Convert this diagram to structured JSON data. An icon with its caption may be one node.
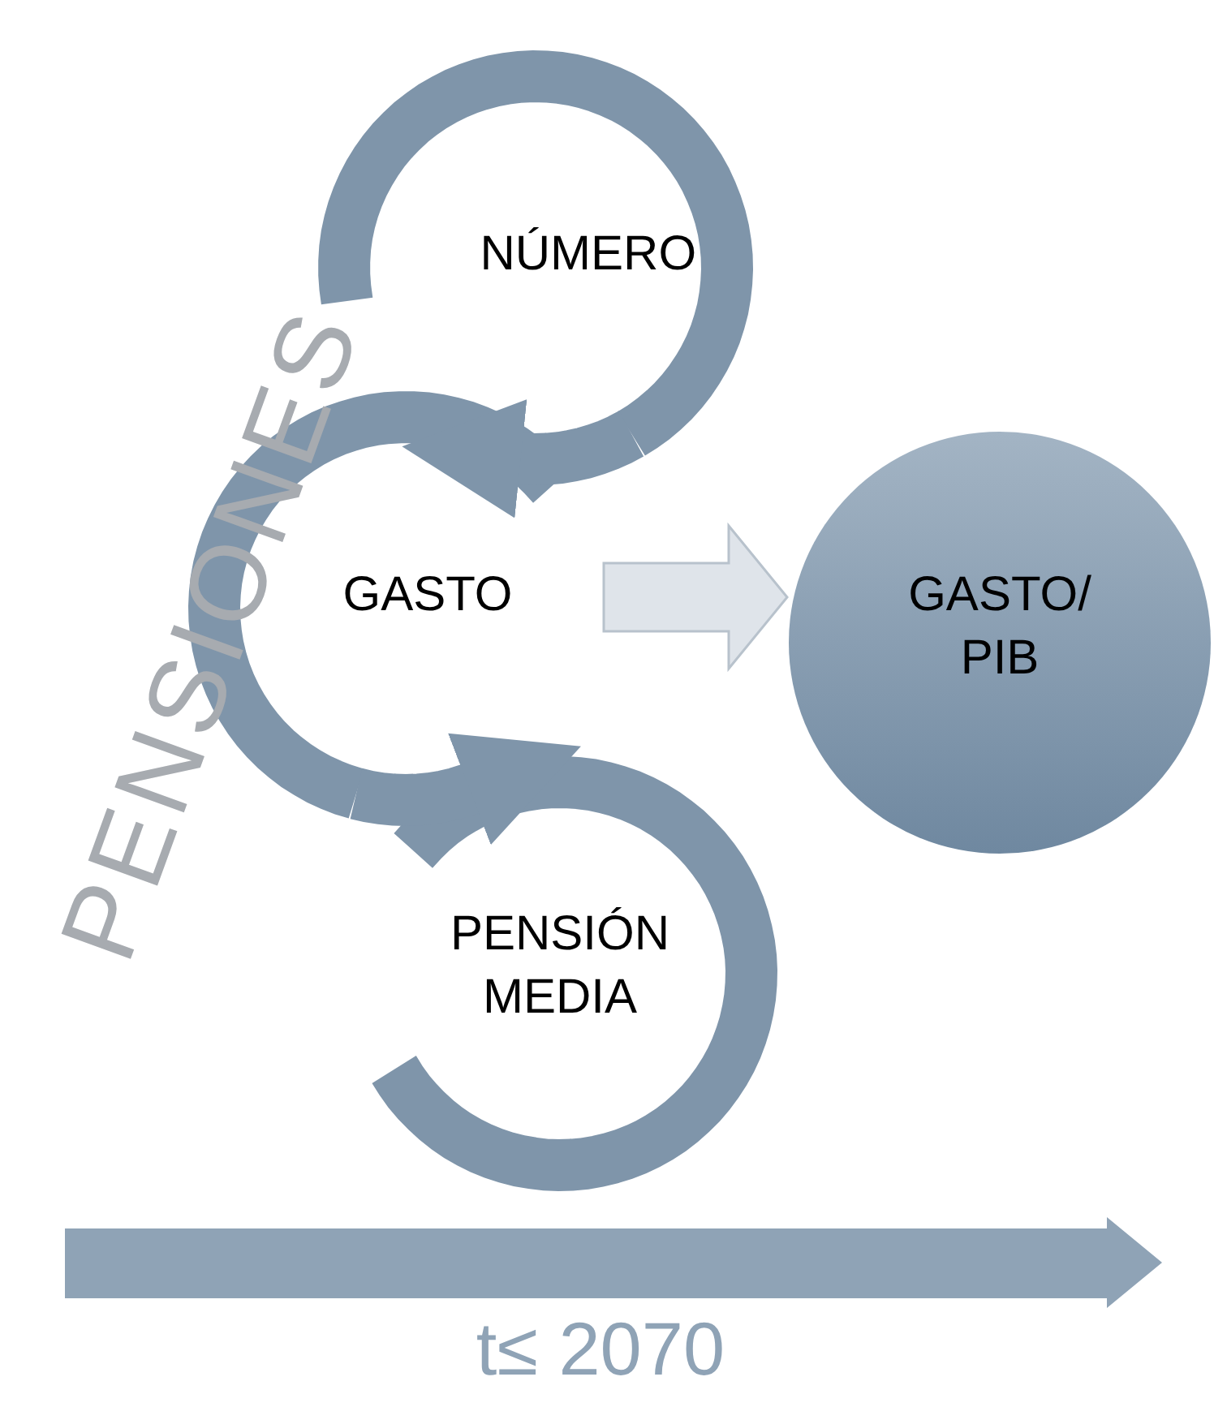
{
  "diagram": {
    "nodes": [
      {
        "text": [
          "NÚMERO"
        ]
      },
      {
        "text": [
          "GASTO"
        ]
      },
      {
        "text": [
          "PENSIÓN MEDIA"
        ]
      },
      {
        "text": [
          "GASTO/ PIB"
        ]
      }
    ],
    "edges": [
      {
        "from": 0,
        "to": 1,
        "arrow": "to"
      },
      {
        "from": 1,
        "to": 2,
        "arrow": "to"
      },
      {
        "from": 1,
        "to": 3,
        "arrow": "to",
        "color": "#dfe4ea"
      }
    ],
    "labels": [
      "PENSIONES",
      "t≤ 2070"
    ]
  }
}
